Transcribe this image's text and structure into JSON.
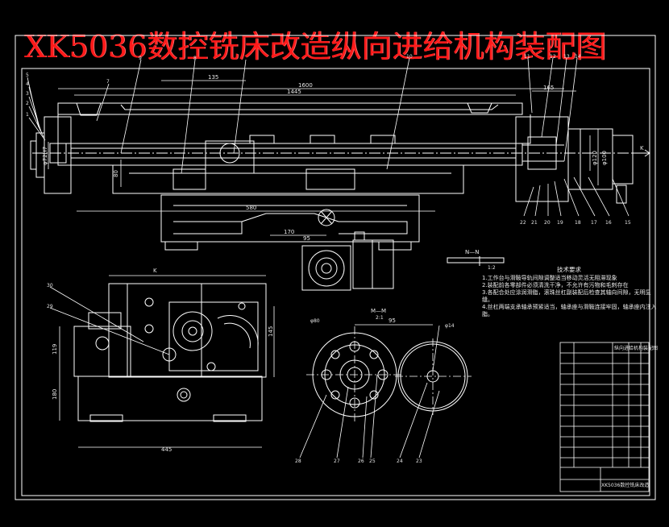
{
  "title": "XK5036数控铣床改造纵向进给机构装配图",
  "colors": {
    "background": "#000000",
    "line": "#ffffff",
    "title": "#ff1a1a"
  },
  "dimensions": {
    "top_overall": "1600",
    "top_inner": "1445",
    "top_left": "135",
    "top_right": "165",
    "base": "580",
    "center_offset": "170",
    "center_small": "95",
    "left_height": "80",
    "side_left": "119",
    "side_lower": "180",
    "side_right": "145",
    "section_width": "95",
    "bottom_width": "445",
    "dia_left": "φ72H7",
    "dia_right1": "φ120",
    "dia_right2": "φ100"
  },
  "view_labels": {
    "k_arrow": "K",
    "k_view": "K",
    "section_nn": "N—N",
    "section_mm": "M—M",
    "scale_nn": "1:2",
    "scale_mm": "2:1",
    "dia_b": "φ80",
    "dia_c": "φ14"
  },
  "part_numbers": {
    "top_left": [
      "5",
      "4",
      "3",
      "2",
      "1"
    ],
    "top_row": [
      "7",
      "9",
      "8",
      "10",
      "11",
      "12",
      "13",
      "14"
    ],
    "right_bottom": [
      "22",
      "21",
      "20",
      "19",
      "18",
      "17",
      "16",
      "15"
    ],
    "side_left": [
      "30",
      "29"
    ],
    "bottom": [
      "28",
      "27",
      "26",
      "25",
      "24",
      "23"
    ]
  },
  "tech_requirements": {
    "heading": "技术要求",
    "lines": [
      "1.工作台与滑鞍导轨间隙调整适当移动灵活无阻滞现象",
      "2.装配前各零部件必须清洗干净，不允许有污物和毛刺存在",
      "3.各配合处应涂润滑脂，滚珠丝杠副装配后检查其轴向间隙，无明显",
      "缝。",
      "4.丝杠两端支承轴承预紧适当，轴承座与滑鞍连接牢固，轴承座内注入润滑",
      "脂。"
    ]
  },
  "title_block": {
    "drawing_name": "纵向进给机构装配图",
    "company": "XK5036数控铣床改造"
  }
}
